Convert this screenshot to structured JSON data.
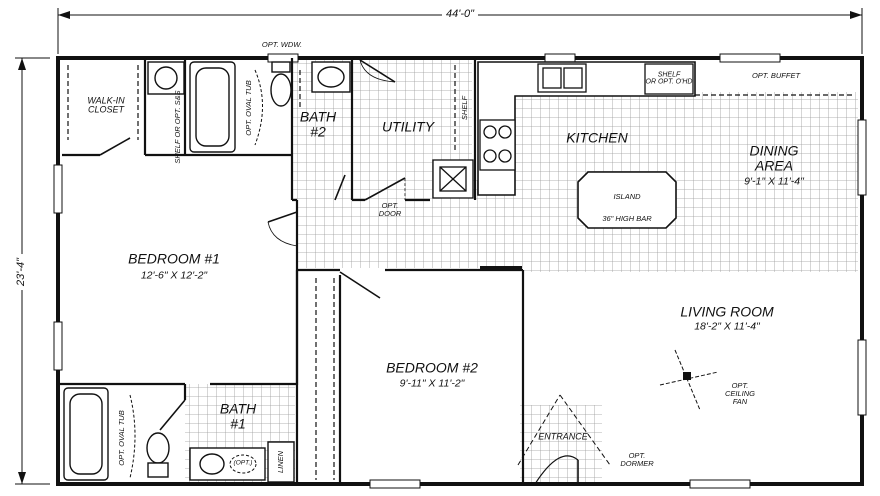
{
  "overall": {
    "width": "44'-0\"",
    "depth": "23'-4\""
  },
  "rooms": {
    "walk_in_closet": "WALK-IN CLOSET",
    "bath2": {
      "name": "BATH",
      "num": "#2"
    },
    "utility": "UTILITY",
    "kitchen": "KITCHEN",
    "dining": {
      "name": "DINING",
      "name2": "AREA",
      "dims": "9'-1\" X 11'-4\""
    },
    "bedroom1": {
      "name": "BEDROOM #1",
      "dims": "12'-6\" X 12'-2\""
    },
    "bedroom2": {
      "name": "BEDROOM #2",
      "dims": "9'-11\" X 11'-2\""
    },
    "living": {
      "name": "LIVING ROOM",
      "dims": "18'-2\" X 11'-4\""
    },
    "bath1": {
      "name": "BATH",
      "num": "#1"
    }
  },
  "notes": {
    "opt_wdw": "OPT. WDW.",
    "opt_oval_tub_top": "OPT. OVAL TUB",
    "opt_oval_tub_bottom": "OPT. OVAL TUB",
    "shelf_or_opt": "SHELF OR OPT. S&S",
    "shelf_utility": "SHELF",
    "opt_door": "OPT. DOOR",
    "shelf_kitchen": "SHELF",
    "or_opt_ohd": "OR OPT. O'HD",
    "opt_buffet": "OPT. BUFFET",
    "island": "ISLAND",
    "high_bar": "36\" HIGH BAR",
    "opt_ceiling_fan": "OPT. CEILING FAN",
    "entrance": "ENTRANCE",
    "opt_dormer": "OPT. DORMER",
    "linen": "LINEN",
    "opt_small": "(OPT.)"
  }
}
